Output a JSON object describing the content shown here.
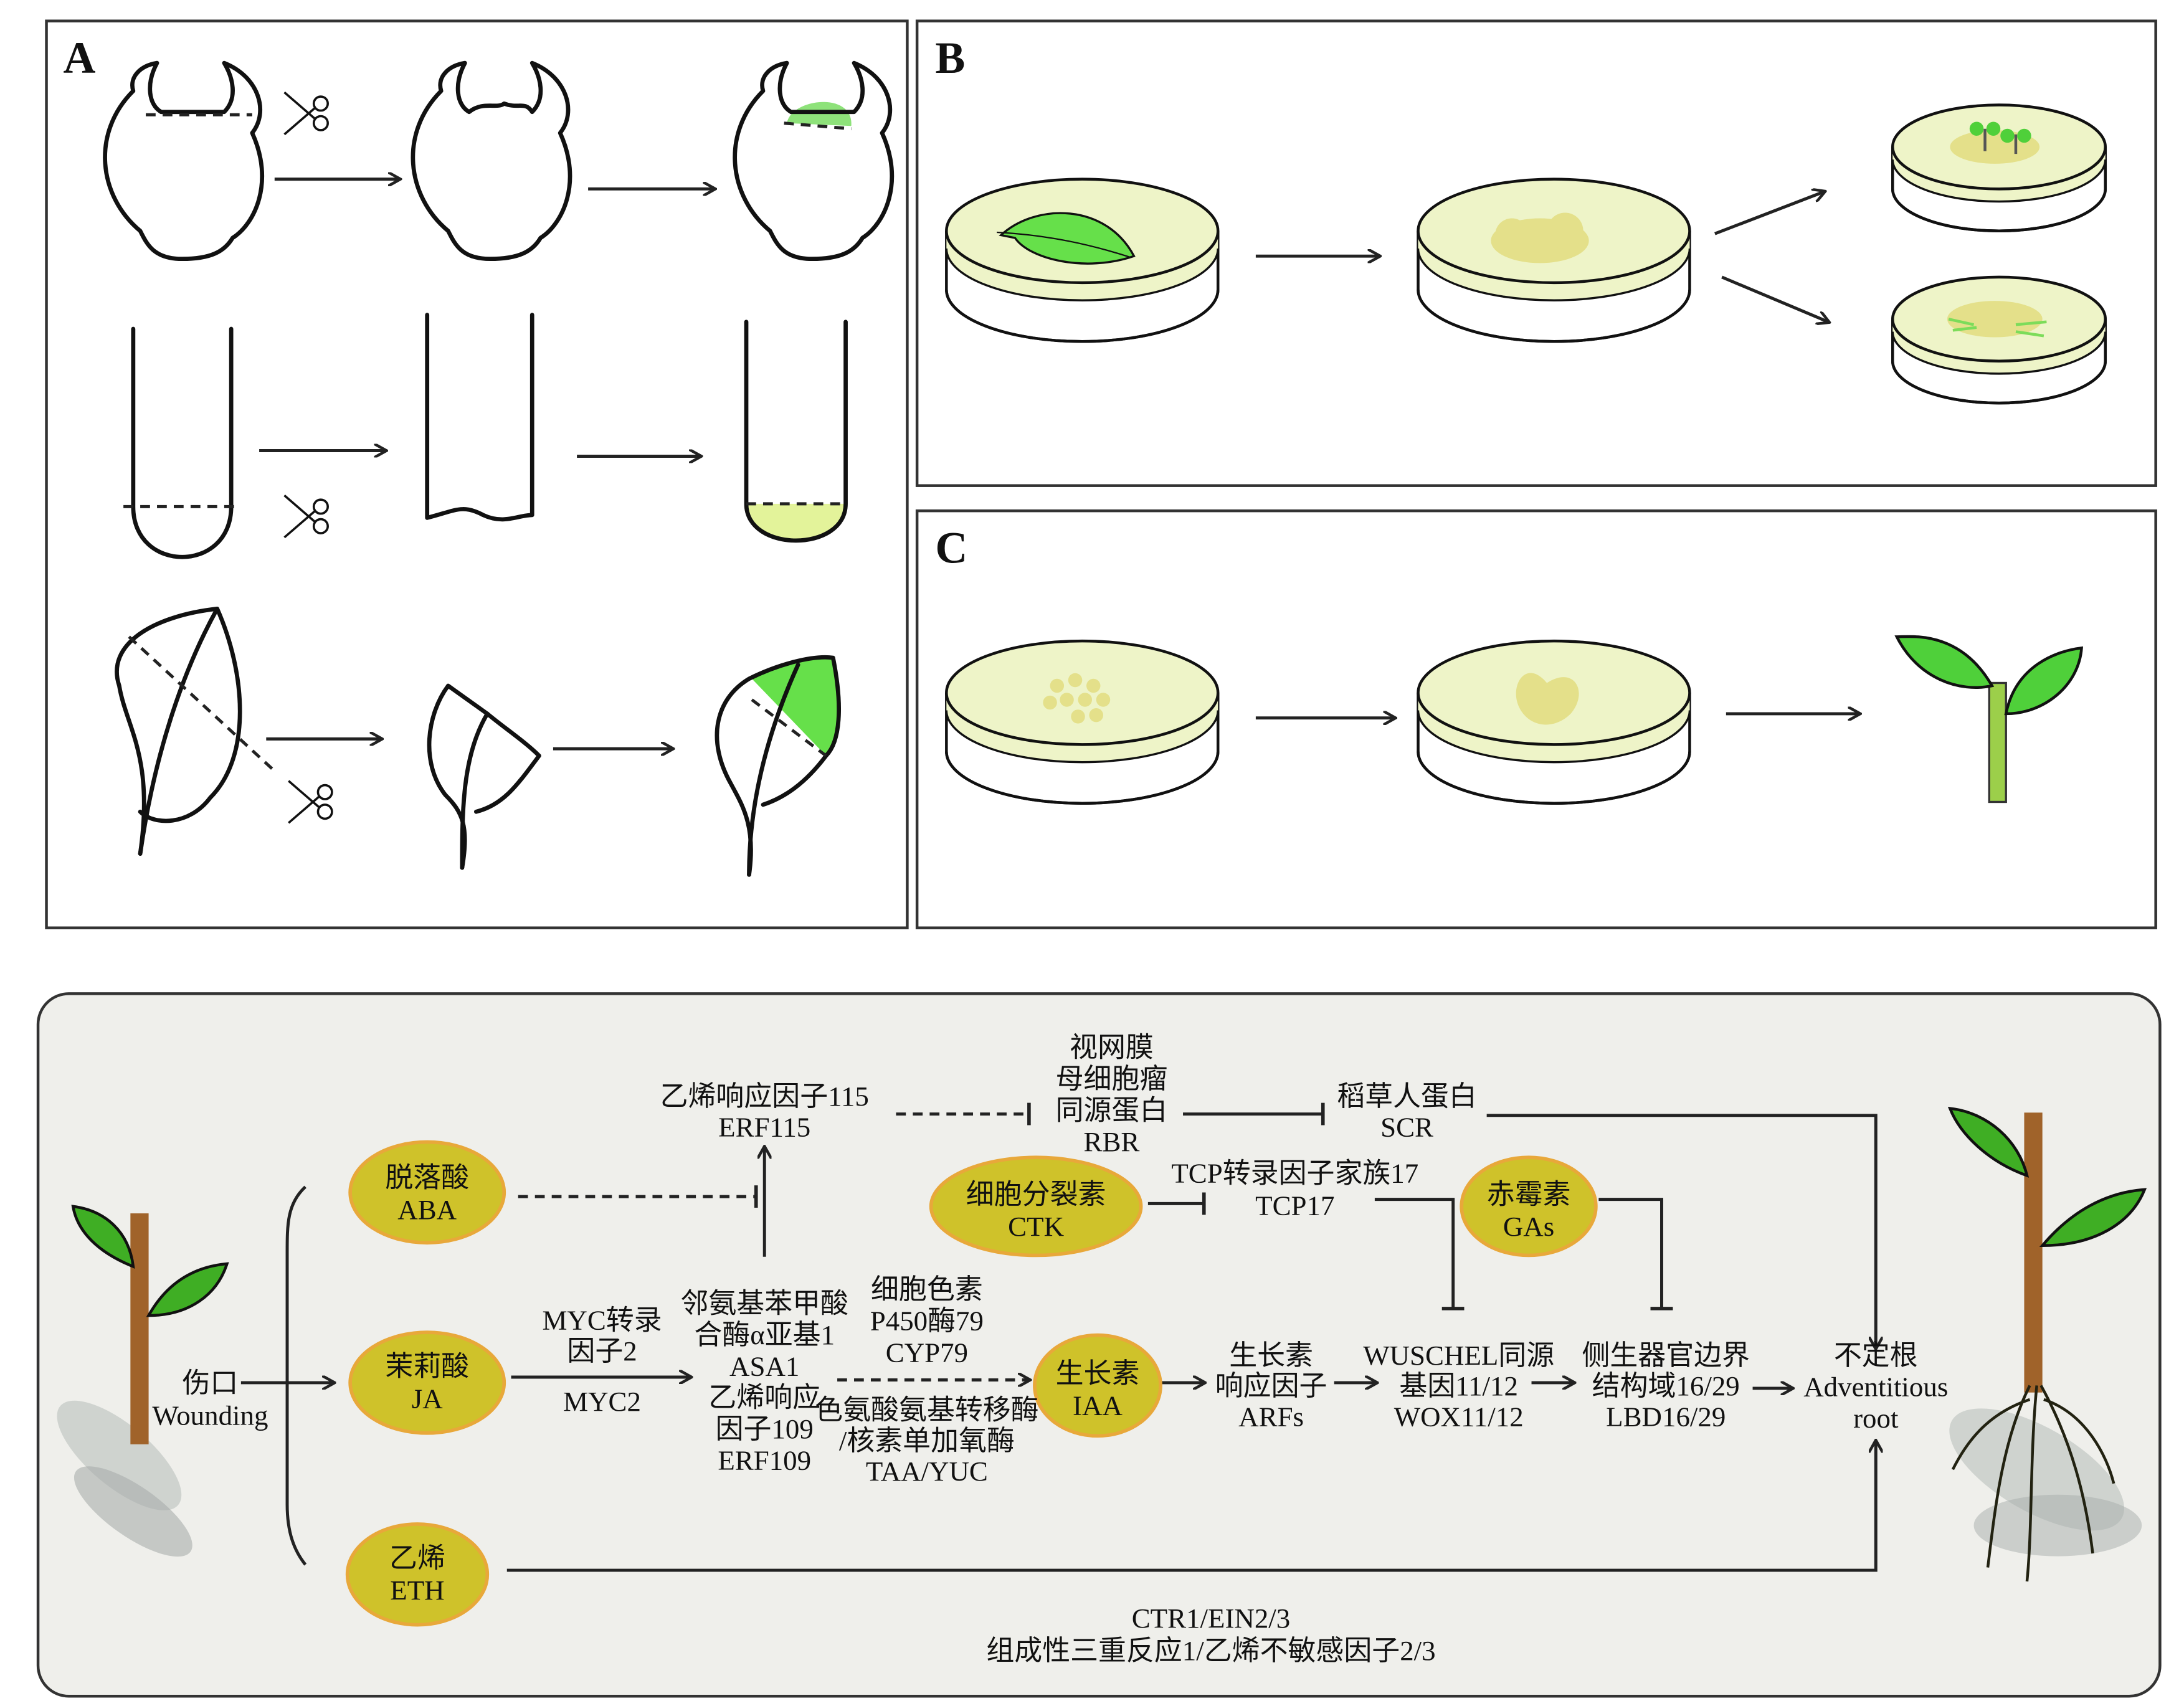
{
  "panels": {
    "a": "A",
    "b": "B",
    "c": "C"
  },
  "colors": {
    "hormone_fill": "#cfc22a",
    "hormone_stroke": "#e8a83a",
    "tissue_green": "#66e04a",
    "medium": "#eef4c8",
    "callus": "#e4e08a",
    "pathway_bg": "#efefeb"
  },
  "pathway": {
    "wounding": [
      "伤口",
      "Wounding"
    ],
    "hormones": {
      "aba": [
        "脱落酸",
        "ABA"
      ],
      "ja": [
        "茉莉酸",
        "JA"
      ],
      "eth": [
        "乙烯",
        "ETH"
      ],
      "ctk": [
        "细胞分裂素",
        "CTK"
      ],
      "gas": [
        "赤霉素",
        "GAs"
      ],
      "iaa": [
        "生长素",
        "IAA"
      ]
    },
    "erf115": [
      "乙烯响应因子115",
      "ERF115"
    ],
    "rbr": [
      "视网膜",
      "母细胞瘤",
      "同源蛋白",
      "RBR"
    ],
    "scr": [
      "稻草人蛋白",
      "SCR"
    ],
    "tcp17": [
      "TCP转录因子家族17",
      "TCP17"
    ],
    "myc2": [
      "MYC转录",
      "因子2",
      "MYC2"
    ],
    "asa1_erf109": [
      "邻氨基苯甲酸",
      "合酶α亚基1",
      "ASA1",
      "乙烯响应",
      "因子109",
      "ERF109"
    ],
    "cyp79": [
      "细胞色素",
      "P450酶79",
      "CYP79"
    ],
    "taa_yuc": [
      "色氨酸氨基转移酶",
      "/核素单加氧酶",
      "TAA/YUC"
    ],
    "arfs": [
      "生长素",
      "响应因子",
      "ARFs"
    ],
    "wox": [
      "WUSCHEL同源",
      "基因11/12",
      "WOX11/12"
    ],
    "lbd": [
      "侧生器官边界",
      "结构域16/29",
      "LBD16/29"
    ],
    "root": [
      "不定根",
      "Adventitious",
      "root"
    ],
    "ctr1": [
      "CTR1/EIN2/3",
      "组成性三重反应1/乙烯不敏感因子2/3"
    ]
  }
}
